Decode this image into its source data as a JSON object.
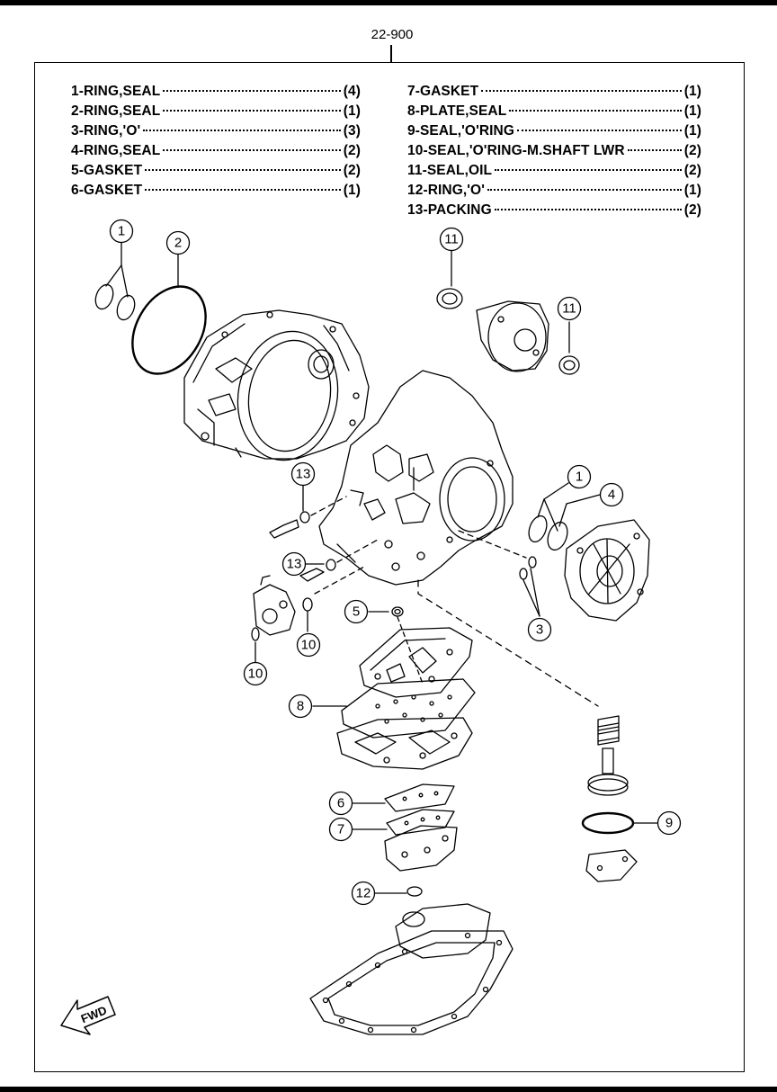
{
  "reference": "22-900",
  "legend_left": [
    {
      "name": "1-RING,SEAL",
      "qty": "(4)"
    },
    {
      "name": "2-RING,SEAL",
      "qty": "(1)"
    },
    {
      "name": "3-RING,'O'",
      "qty": "(3)"
    },
    {
      "name": "4-RING,SEAL",
      "qty": "(2)"
    },
    {
      "name": "5-GASKET",
      "qty": "(2)"
    },
    {
      "name": "6-GASKET",
      "qty": "(1)"
    }
  ],
  "legend_right": [
    {
      "name": "7-GASKET",
      "qty": "(1)"
    },
    {
      "name": "8-PLATE,SEAL",
      "qty": "(1)"
    },
    {
      "name": "9-SEAL,'O'RING",
      "qty": "(1)"
    },
    {
      "name": "10-SEAL,'O'RING-M.SHAFT LWR",
      "qty": "(2)"
    },
    {
      "name": "11-SEAL,OIL",
      "qty": "(2)"
    },
    {
      "name": "12-RING,'O'",
      "qty": "(1)"
    },
    {
      "name": "13-PACKING",
      "qty": "(2)"
    }
  ],
  "callouts": {
    "c1a": "1",
    "c2": "2",
    "c11a": "11",
    "c11b": "11",
    "c13a": "13",
    "c13b": "13",
    "c1b": "1",
    "c4": "4",
    "c5": "5",
    "c10a": "10",
    "c10b": "10",
    "c3": "3",
    "c8": "8",
    "c6": "6",
    "c7": "7",
    "c9": "9",
    "c12": "12"
  },
  "fwd_label": "FWD"
}
